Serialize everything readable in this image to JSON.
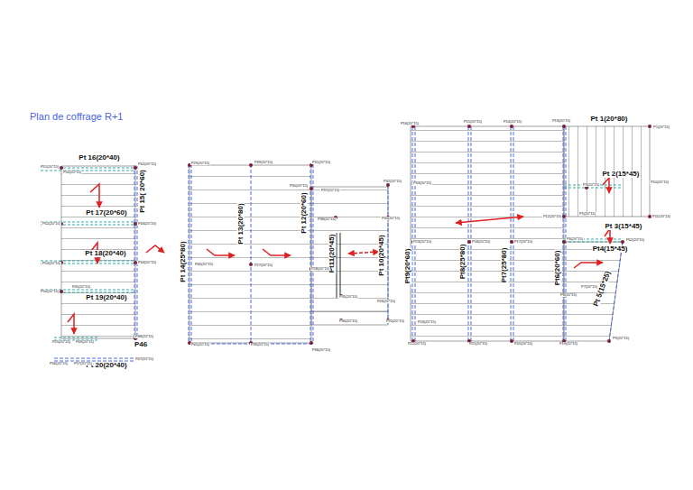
{
  "diagram": {
    "title": "Plan de coffrage R+1",
    "labels": [
      "Pt 16(20*40)",
      "Pt 17(20*60)",
      "Pt 18(20*40)",
      "Pt 19(20*40)",
      "Pt 20(20*40)",
      "Pt 15( 20*60)",
      "P46",
      "Pt 14(25*80)",
      "Pt 13(20*80)",
      "Pt 12(20*60)",
      "Pt11(20*45)",
      "Pt 10(20*45)",
      "Pt9(20*60)",
      "Pt8(25*80)",
      "Pt7(25*80)",
      "Pt6(20*60)",
      "Pt 1(20*80)",
      "Pt 2(15*45)",
      "Pt 3(15*45)",
      "Pt4(15*45)",
      "Pt 5(15*25)",
      "P51(20*15)",
      "P50(20*15)",
      "P42(20*15)",
      "P52(20*15)",
      "P43(20*20)",
      "P53(20*15)",
      "P44(20*15)",
      "P54(20*15)",
      "P45(20*15)",
      "P48(20*15)",
      "P55(20*15)",
      "P49(20*15)",
      "P56(20*15)",
      "P57(20*15)",
      "P47(20*15)",
      "P29(20*15)",
      "P39(20*15)",
      "P31(20*15)",
      "P30(20*15)",
      "P37(20*15)",
      "P32(20*15)",
      "P33(20*15)",
      "P38(20*15)",
      "P34(20*15)",
      "P40(20*15)",
      "P27(20*15)",
      "P28(20*15)",
      "P35(20*15)",
      "P26(20*15)",
      "P36(20*15)",
      "P25(20*15)",
      "P24(20*15)",
      "P41(20*15)",
      "P39(20*15)",
      "P36(20*15)",
      "P16(20*15)",
      "P15(20*15)",
      "P14(20*15)",
      "P13(20*15)",
      "P1(20*15)",
      "P23(20*15)",
      "P18(20*20)",
      "P17(20*15)",
      "P12(20*15)",
      "P11(20*15)",
      "P3(20*15)",
      "P10(20*15)",
      "P5(20*15)",
      "P6(20*15)",
      "P62(20*15)",
      "P7(20*15)",
      "P8(20*15)",
      "P22(20*15)",
      "P21(20*15)",
      "P20(20*15)",
      "P19(20*15)",
      "P9(20*15)"
    ]
  }
}
